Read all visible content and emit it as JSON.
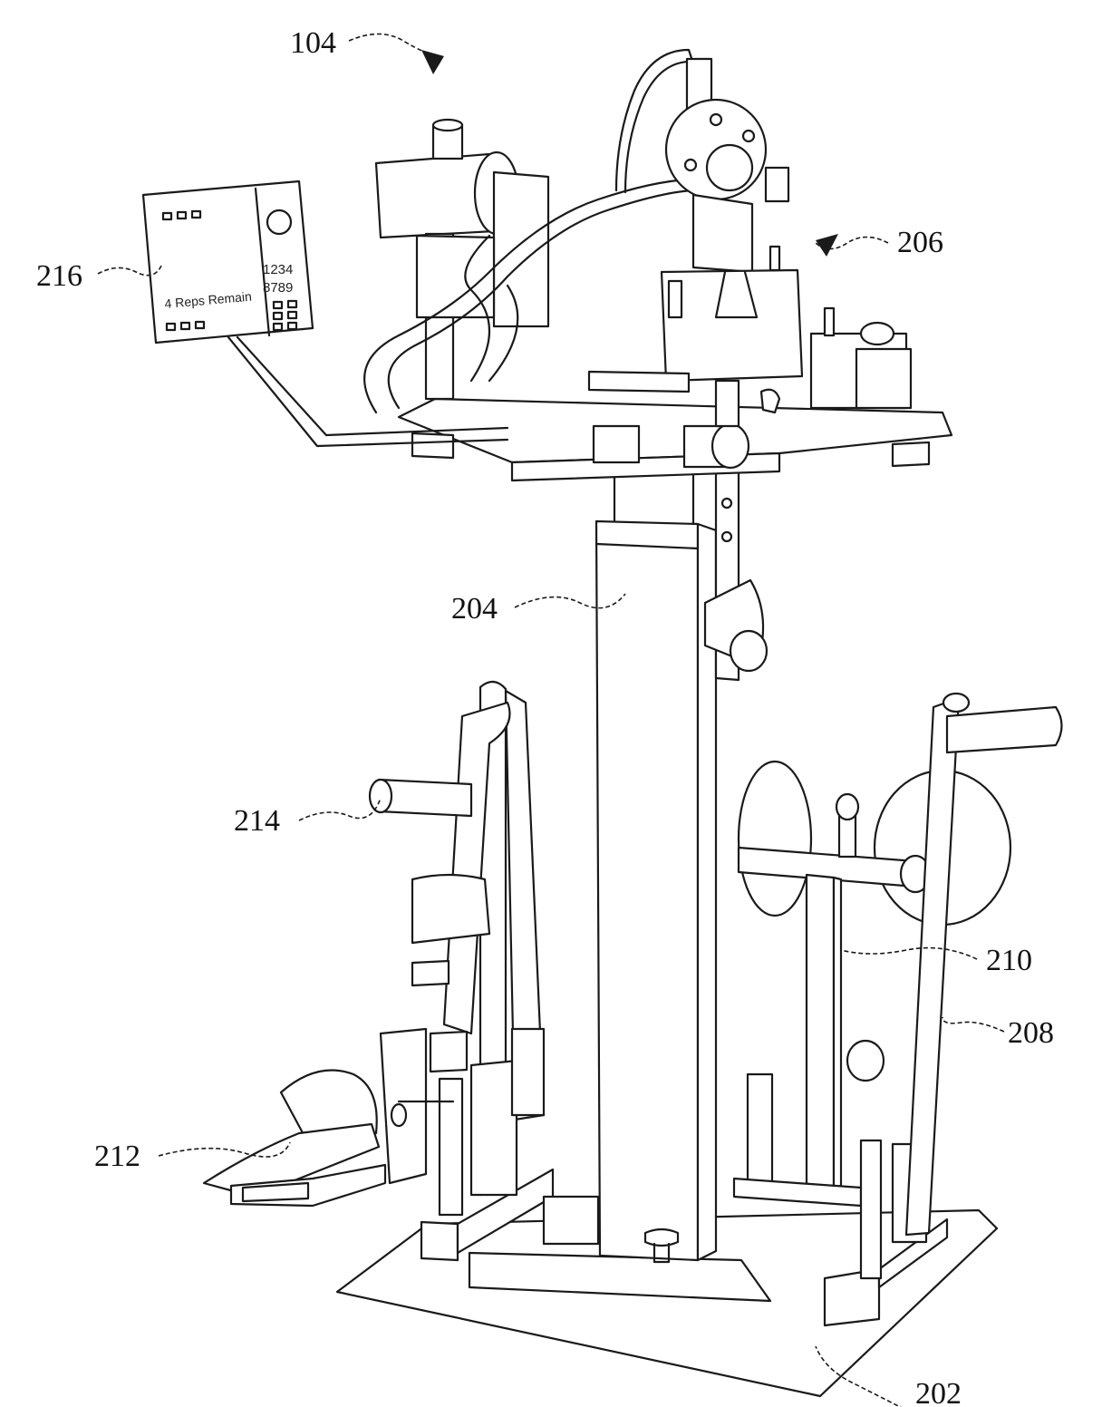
{
  "labels": {
    "assembly": "104",
    "base_plate": "202",
    "column": "204",
    "head_unit": "206",
    "lever_arm": "208",
    "support_post": "210",
    "foot_rest": "212",
    "handle": "214",
    "display": "216"
  },
  "display_panel": {
    "counter_top": "1234",
    "counter_bottom": "8789",
    "message": "4 Reps Remain"
  },
  "icons": [
    "arrow-icon"
  ]
}
